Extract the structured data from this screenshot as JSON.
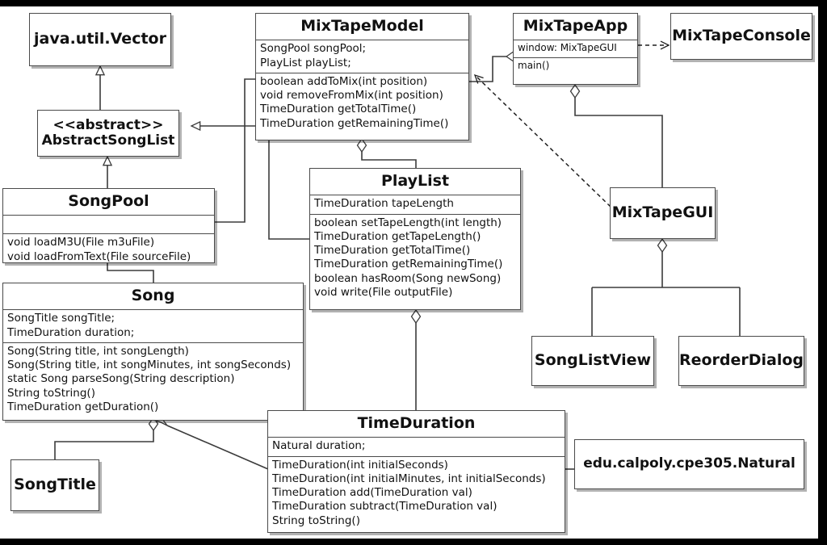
{
  "diagram": {
    "title": "MixTape UML Class Diagram",
    "type": "uml-class-diagram",
    "background": "#ffffff",
    "border_color": "#4a4a4a",
    "text_color": "#111111"
  },
  "classes": [
    {
      "id": "vector",
      "name": "java.util.Vector",
      "attributes": [],
      "operations": [],
      "has_compartments": false
    },
    {
      "id": "abstract-song-list",
      "name": "<<abstract>>\nAbstractSongList",
      "attributes": [],
      "operations": [],
      "has_compartments": false
    },
    {
      "id": "song-pool",
      "name": "SongPool",
      "attributes": [],
      "operations": [
        "void loadM3U(File m3uFile)",
        "void loadFromText(File sourceFile)"
      ],
      "has_compartments": true
    },
    {
      "id": "song",
      "name": "Song",
      "attributes": [
        "SongTitle songTitle;",
        "TimeDuration duration;"
      ],
      "operations": [
        "Song(String title, int songLength)",
        "Song(String title, int songMinutes, int songSeconds)",
        "static Song parseSong(String description)",
        "String toString()",
        "TimeDuration getDuration()"
      ],
      "has_compartments": true
    },
    {
      "id": "song-title",
      "name": "SongTitle",
      "attributes": [],
      "operations": [],
      "has_compartments": false
    },
    {
      "id": "mix-tape-model",
      "name": "MixTapeModel",
      "attributes": [
        "SongPool songPool;",
        "PlayList playList;"
      ],
      "operations": [
        "boolean addToMix(int position)",
        "void removeFromMix(int position)",
        "TimeDuration getTotalTime()",
        "TimeDuration getRemainingTime()"
      ],
      "has_compartments": true
    },
    {
      "id": "play-list",
      "name": "PlayList",
      "attributes": [
        "TimeDuration tapeLength"
      ],
      "operations": [
        "boolean setTapeLength(int length)",
        "TimeDuration getTapeLength()",
        "TimeDuration getTotalTime()",
        "TimeDuration getRemainingTime()",
        "boolean hasRoom(Song newSong)",
        "void write(File outputFile)"
      ],
      "has_compartments": true
    },
    {
      "id": "time-duration",
      "name": "TimeDuration",
      "attributes": [
        "Natural duration;"
      ],
      "operations": [
        "TimeDuration(int initialSeconds)",
        "TimeDuration(int initialMinutes, int initialSeconds)",
        "TimeDuration add(TimeDuration val)",
        "TimeDuration subtract(TimeDuration val)",
        "String toString()"
      ],
      "has_compartments": true
    },
    {
      "id": "natural",
      "name": "edu.calpoly.cpe305.Natural",
      "attributes": [],
      "operations": [],
      "has_compartments": false
    },
    {
      "id": "mix-tape-app",
      "name": "MixTapeApp",
      "attributes": [
        "window: MixTapeGUI"
      ],
      "operations": [
        "main()"
      ],
      "has_compartments": true
    },
    {
      "id": "mix-tape-console",
      "name": "MixTapeConsole",
      "attributes": [],
      "operations": [],
      "has_compartments": false
    },
    {
      "id": "mix-tape-gui",
      "name": "MixTapeGUI",
      "attributes": [],
      "operations": [],
      "has_compartments": false
    },
    {
      "id": "song-list-view",
      "name": "SongListView",
      "attributes": [],
      "operations": [],
      "has_compartments": false
    },
    {
      "id": "reorder-dialog",
      "name": "ReorderDialog",
      "attributes": [],
      "operations": [],
      "has_compartments": false
    }
  ],
  "relationships": [
    {
      "from": "abstract-song-list",
      "to": "vector",
      "type": "generalization"
    },
    {
      "from": "song-pool",
      "to": "abstract-song-list",
      "type": "generalization"
    },
    {
      "from": "play-list",
      "to": "abstract-song-list",
      "type": "generalization"
    },
    {
      "from": "mix-tape-model",
      "to": "song-pool",
      "type": "aggregation"
    },
    {
      "from": "mix-tape-model",
      "to": "play-list",
      "type": "aggregation"
    },
    {
      "from": "song-pool",
      "to": "song",
      "type": "aggregation"
    },
    {
      "from": "song",
      "to": "song-title",
      "type": "aggregation"
    },
    {
      "from": "song",
      "to": "time-duration",
      "type": "aggregation"
    },
    {
      "from": "play-list",
      "to": "time-duration",
      "type": "aggregation"
    },
    {
      "from": "time-duration",
      "to": "natural",
      "type": "aggregation"
    },
    {
      "from": "mix-tape-app",
      "to": "mix-tape-model",
      "type": "aggregation"
    },
    {
      "from": "mix-tape-app",
      "to": "mix-tape-gui",
      "type": "aggregation"
    },
    {
      "from": "mix-tape-app",
      "to": "mix-tape-console",
      "type": "dependency"
    },
    {
      "from": "mix-tape-gui",
      "to": "mix-tape-model",
      "type": "dependency"
    },
    {
      "from": "mix-tape-gui",
      "to": "song-list-view",
      "type": "aggregation"
    },
    {
      "from": "mix-tape-gui",
      "to": "reorder-dialog",
      "type": "aggregation"
    }
  ]
}
